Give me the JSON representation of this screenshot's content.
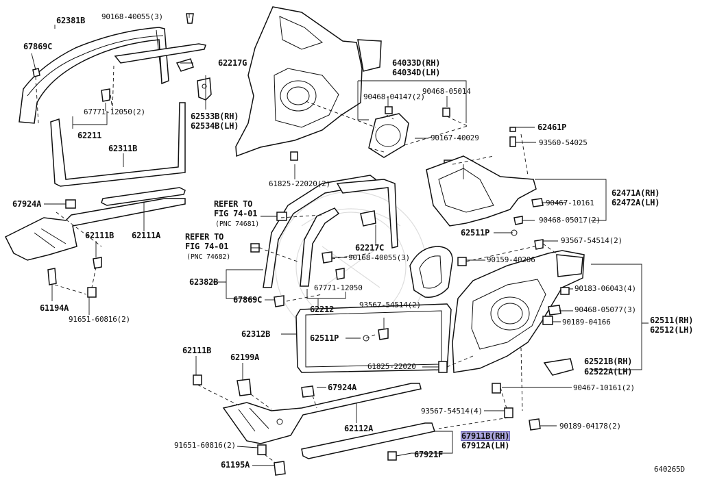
{
  "diagram_id": "640265D",
  "refer1": {
    "line1": "REFER TO",
    "line2": "FIG 74-01",
    "line3": "(PNC 74681)"
  },
  "refer2": {
    "line1": "REFER TO",
    "line2": "FIG 74-01",
    "line3": "(PNC 74682)"
  },
  "labels": {
    "p62381B": "62381B",
    "p67869C_a": "67869C",
    "p90168_top": "90168-40055(3)",
    "p62217G": "62217G",
    "p67771_a": "67771-12050(2)",
    "p62211": "62211",
    "p62533B": "62533B(RH)",
    "p62534B": "62534B(LH)",
    "p62311B": "62311B",
    "p67924A_a": "67924A",
    "p62111B_a": "62111B",
    "p62111A": "62111A",
    "p61194A": "61194A",
    "p91651_a": "91651-60816(2)",
    "p64033D": "64033D(RH)",
    "p64034D": "64034D(LH)",
    "p90468_04147": "90468-04147(2)",
    "p90468_05014": "90468-05014",
    "p90167": "90167-40029",
    "p62461P": "62461P",
    "p93560": "93560-54025",
    "p61825_a": "61825-22020(2)",
    "p62471A": "62471A(RH)",
    "p62472A": "62472A(LH)",
    "p90467_a": "90467-10161",
    "p90468_05017": "90468-05017(2)",
    "p62511P_a": "62511P",
    "p93567_a": "93567-54514(2)",
    "p62217C": "62217C",
    "p90168_mid": "90168-40055(3)",
    "p90159": "90159-40206",
    "p62382B": "62382B",
    "p67869C_b": "67869C",
    "p67771_b": "67771-12050",
    "p62212": "62212",
    "p90183": "90183-06043(4)",
    "p90468_05077": "90468-05077(3)",
    "p90189_04166": "90189-04166",
    "p62511H": "62511(RH)",
    "p62512H": "62512(LH)",
    "p93567_b": "93567-54514(2)",
    "p62312B": "62312B",
    "p62511P_b": "62511P",
    "p61825_b": "61825-22020",
    "p62521B": "62521B(RH)",
    "p62522A": "62522A(LH)",
    "p90467_b": "90467-10161(2)",
    "p62111B_b": "62111B",
    "p62199A": "62199A",
    "p67924A_b": "67924A",
    "p62112A": "62112A",
    "p93567_c": "93567-54514(4)",
    "p90189_04178": "90189-04178(2)",
    "p67911B": "67911B(RH)",
    "p67912A": "67912A(LH)",
    "p91651_b": "91651-60816(2)",
    "p67921F": "67921F",
    "p61195A": "61195A"
  }
}
